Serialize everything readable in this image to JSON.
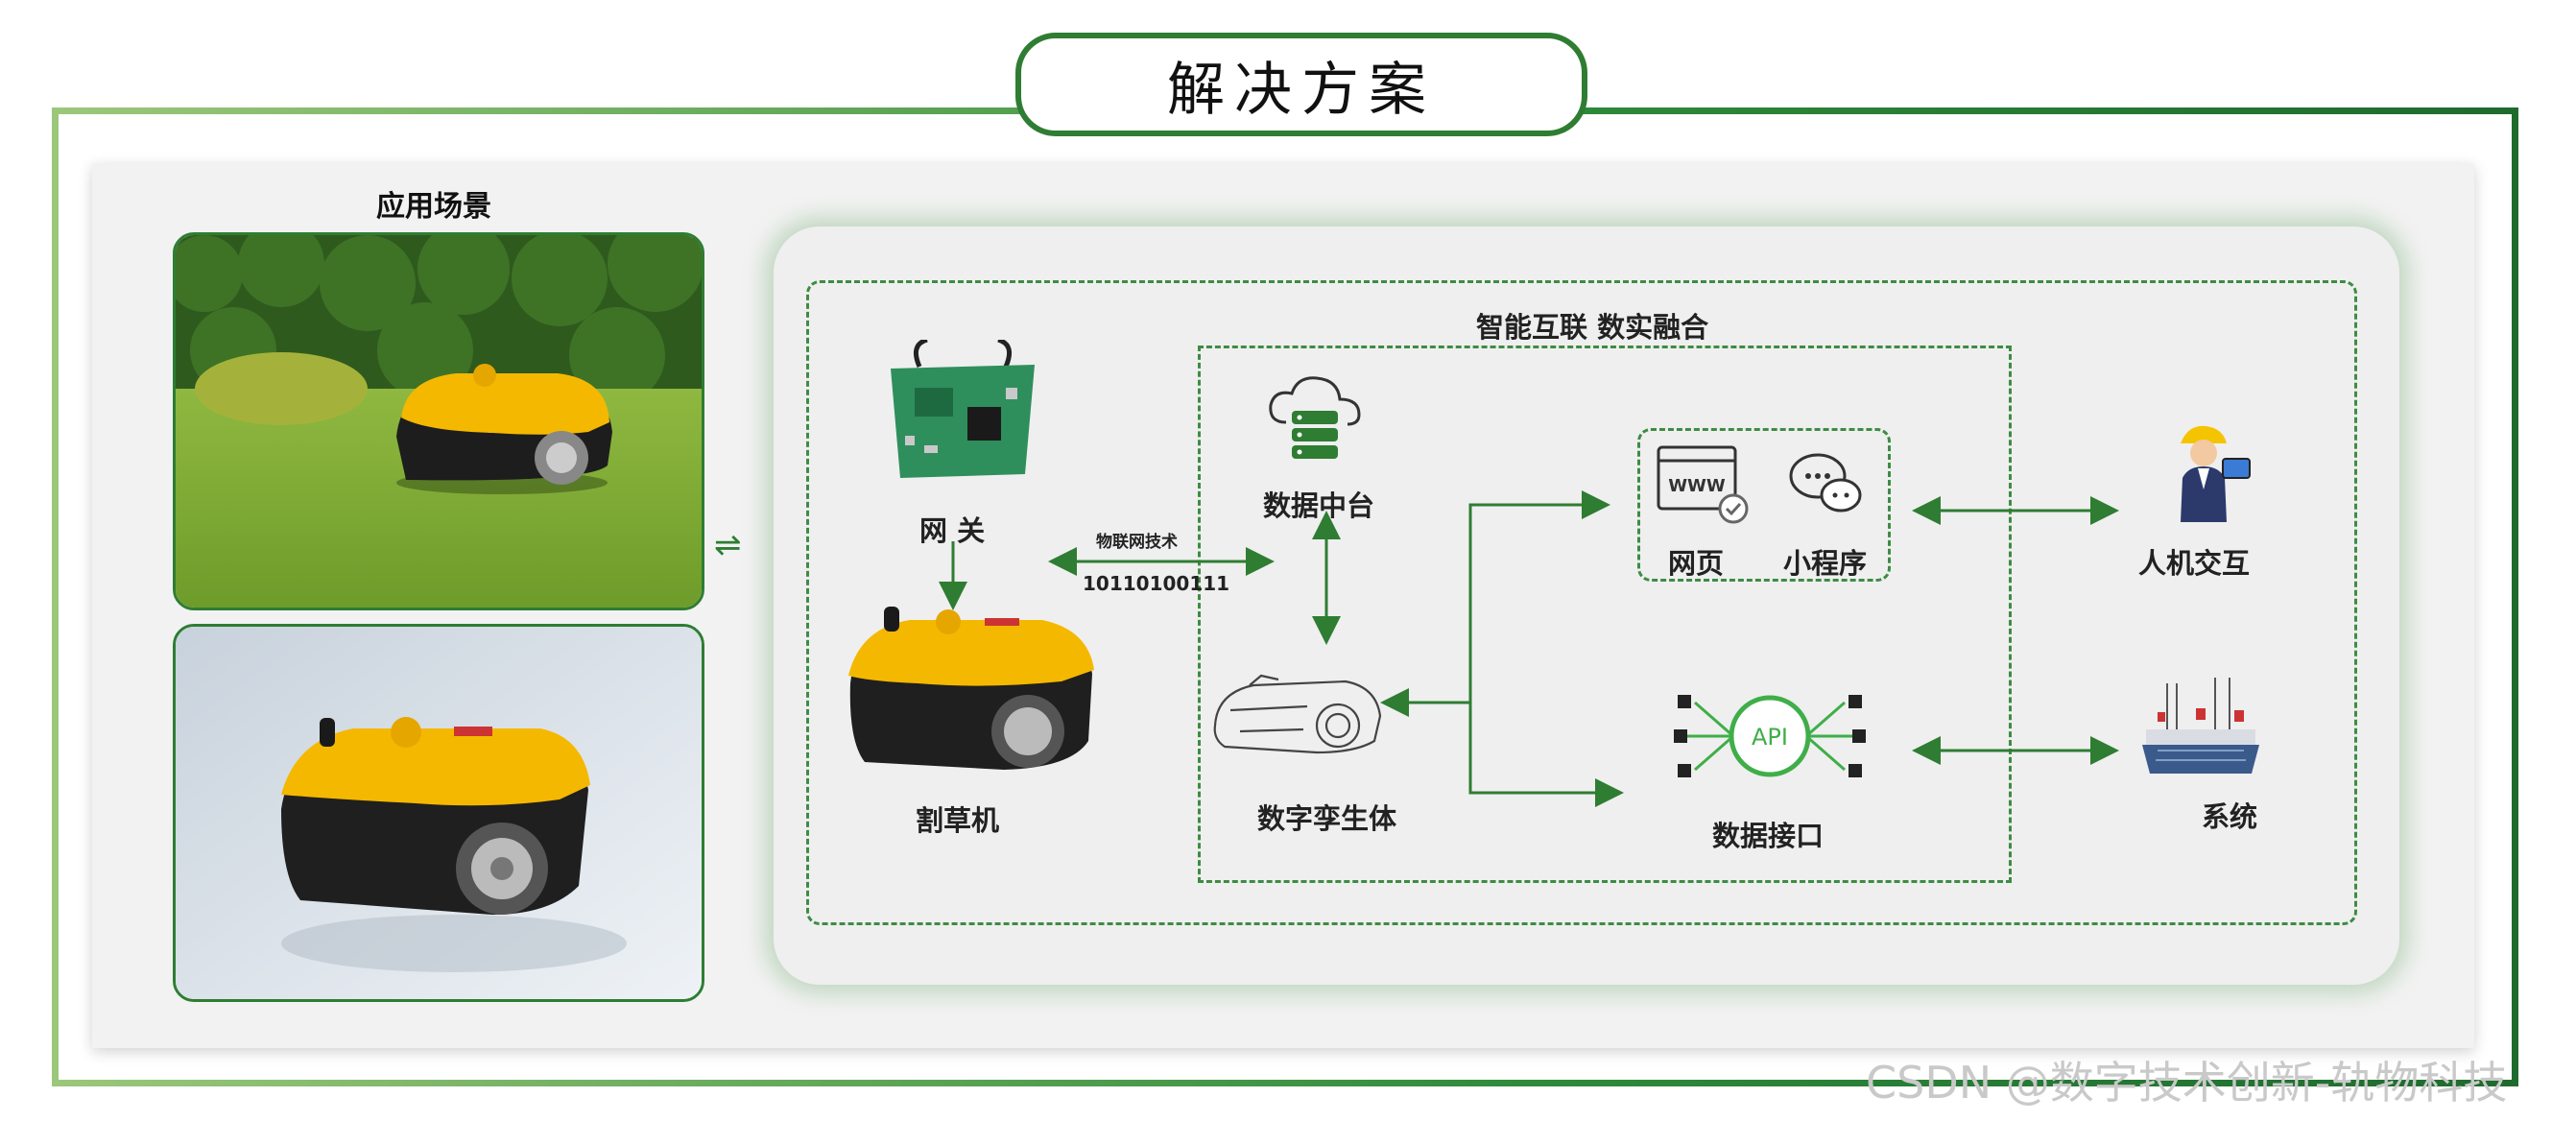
{
  "title": "解决方案",
  "scene": {
    "label": "应用场景"
  },
  "exchange_icon": "⇌",
  "diagram": {
    "header": "智能互联  数实融合",
    "gateway": "网 关",
    "mower": "割草机",
    "iot_label": "物联网技术",
    "binary": "10110100111",
    "data_platform": "数据中台",
    "digital_twin": "数字孪生体",
    "webpage": "网页",
    "miniprogram": "小程序",
    "data_interface": "数据接口",
    "api": "API",
    "hmi": "人机交互",
    "system": "系统",
    "www": "WWW"
  },
  "watermark": "CSDN @数字技术创新-轨物科技",
  "colors": {
    "frame_green": "#2e7d32",
    "mower_yellow": "#f5b800",
    "api_green": "#3fae49"
  }
}
